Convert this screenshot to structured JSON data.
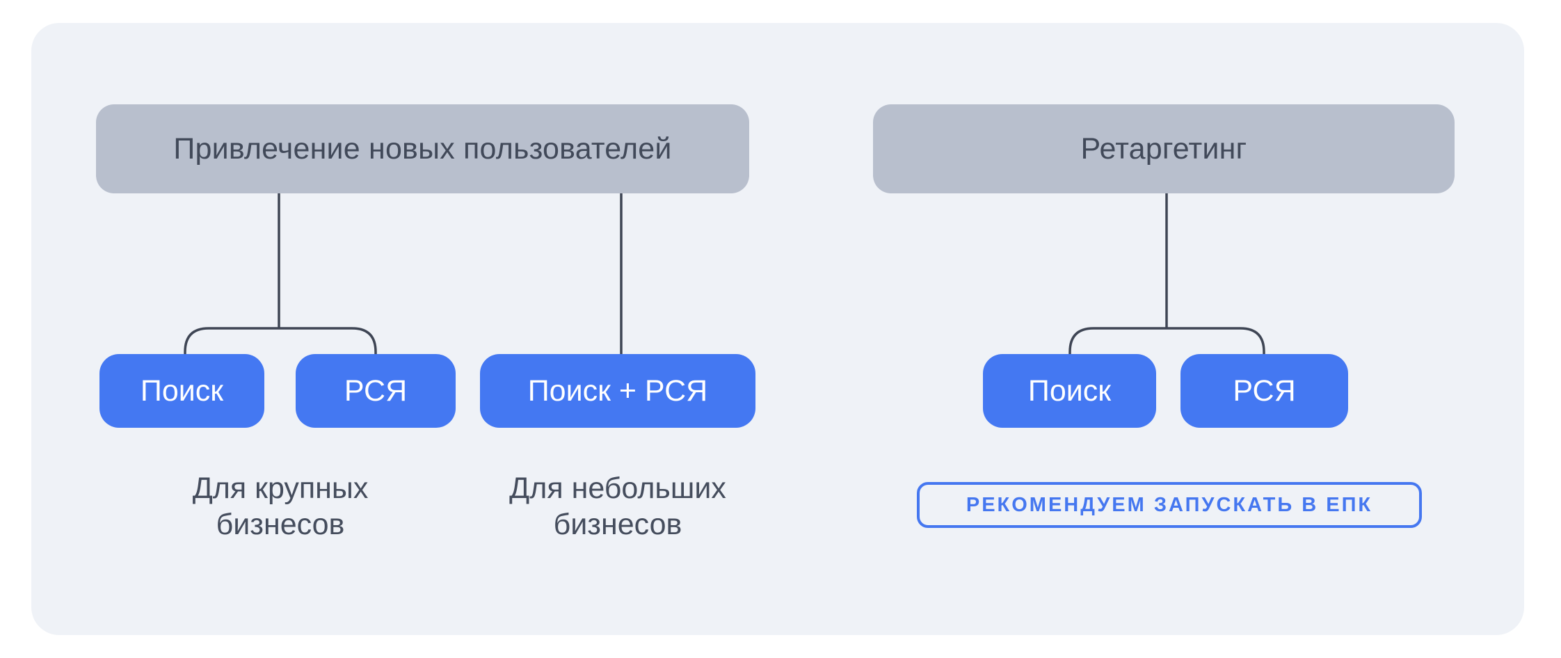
{
  "colors": {
    "page_bg": "#ffffff",
    "panel_bg": "#eff2f7",
    "header_bg": "#b8bfcd",
    "header_text": "#414959",
    "node_bg": "#4478f2",
    "node_text": "#ffffff",
    "connector": "#3e4554",
    "caption_text": "#454d5d",
    "badge": "#4577f0"
  },
  "diagram": {
    "left": {
      "header": "Привлечение новых пользователей",
      "nodes": {
        "search": "Поиск",
        "rsya": "РСЯ",
        "combo": "Поиск + РСЯ"
      },
      "captions": {
        "pair": "Для крупных бизнесов",
        "combo": "Для небольших бизнесов"
      }
    },
    "right": {
      "header": "Ретаргетинг",
      "nodes": {
        "search": "Поиск",
        "rsya": "РСЯ"
      },
      "badge": "РЕКОМЕНДУЕМ ЗАПУСКАТЬ В ЕПК"
    }
  }
}
